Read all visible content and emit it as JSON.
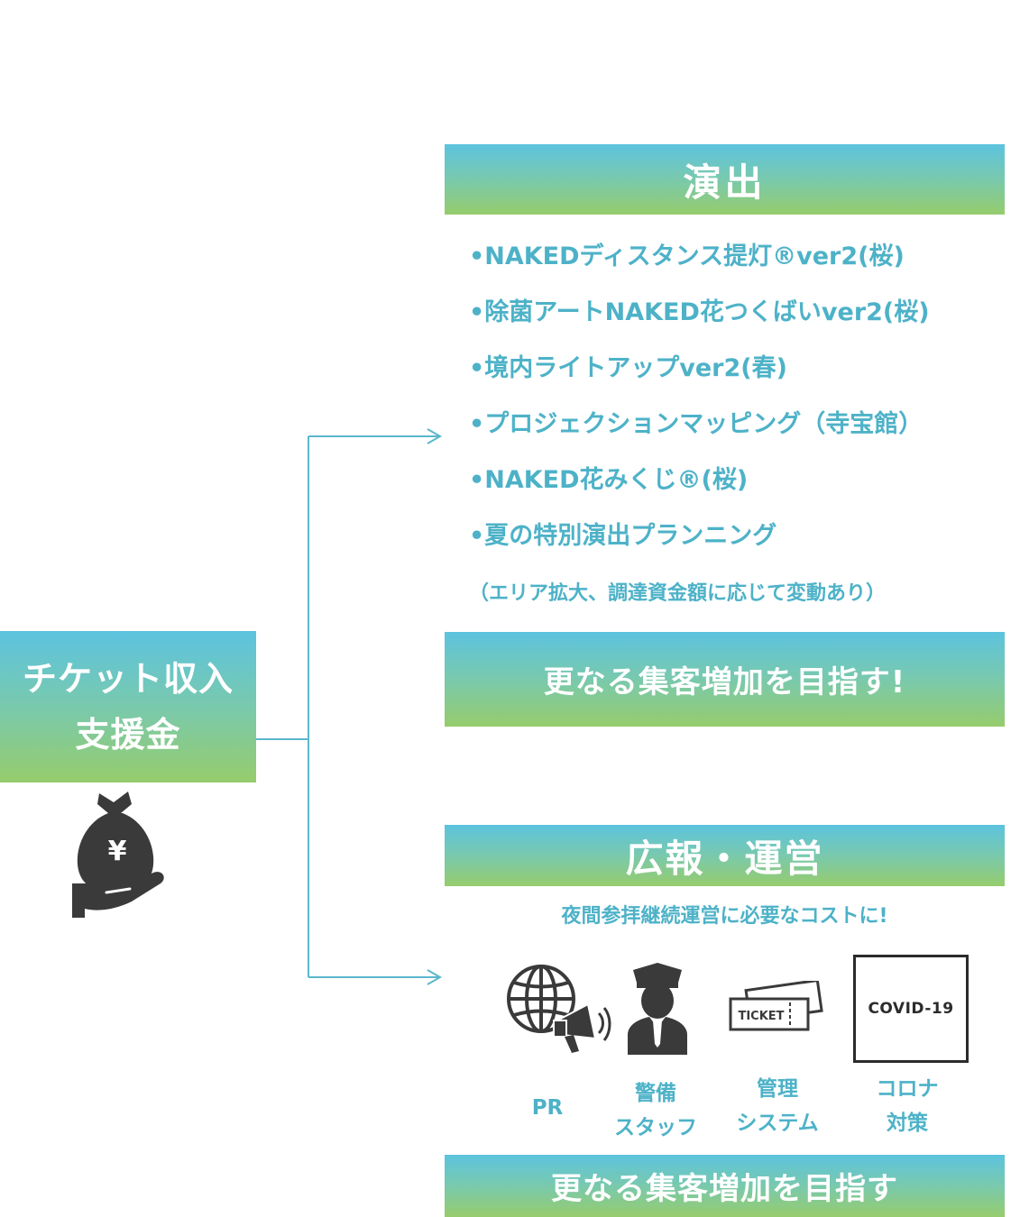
{
  "source": {
    "title": "チケット収入",
    "subtitle": "支援金"
  },
  "enshutsu": {
    "title": "演出",
    "items": [
      "•NAKEDディスタンス提灯®ver2(桜)",
      "•除菌アートNAKED花つくばいver2(桜)",
      "•境内ライトアップver2(春)",
      "•プロジェクションマッピング（寺宝館）",
      "•NAKED花みくじ®(桜)",
      "•夏の特別演出プランニング"
    ],
    "note": "（エリア拡大、調達資金額に応じて変動あり）",
    "goal": "更なる集客増加を目指す!"
  },
  "kouhou": {
    "title": "広報・運営",
    "subtitle": "夜間参拝継続運営に必要なコストに!",
    "icons": [
      {
        "icon": "globe-megaphone-icon",
        "label1": "PR",
        "label2": ""
      },
      {
        "icon": "security-guard-icon",
        "label1": "警備",
        "label2": "スタッフ"
      },
      {
        "icon": "ticket-icon",
        "label1": "管理",
        "label2": "システム",
        "text": "TICKET"
      },
      {
        "icon": "covid-box-icon",
        "label1": "コロナ",
        "label2": "対策",
        "text": "COVID-19"
      }
    ],
    "goal": "更なる集客増加を目指す"
  },
  "money_icon": {
    "icon": "money-bag-hand-icon",
    "symbol": "¥"
  },
  "colors": {
    "accent_text": "#4db2c8",
    "gradient_top": "#5cc3df",
    "gradient_bottom": "#96cc6c",
    "connector": "#5bb7cc",
    "icon_dark": "#3a3a3a"
  }
}
